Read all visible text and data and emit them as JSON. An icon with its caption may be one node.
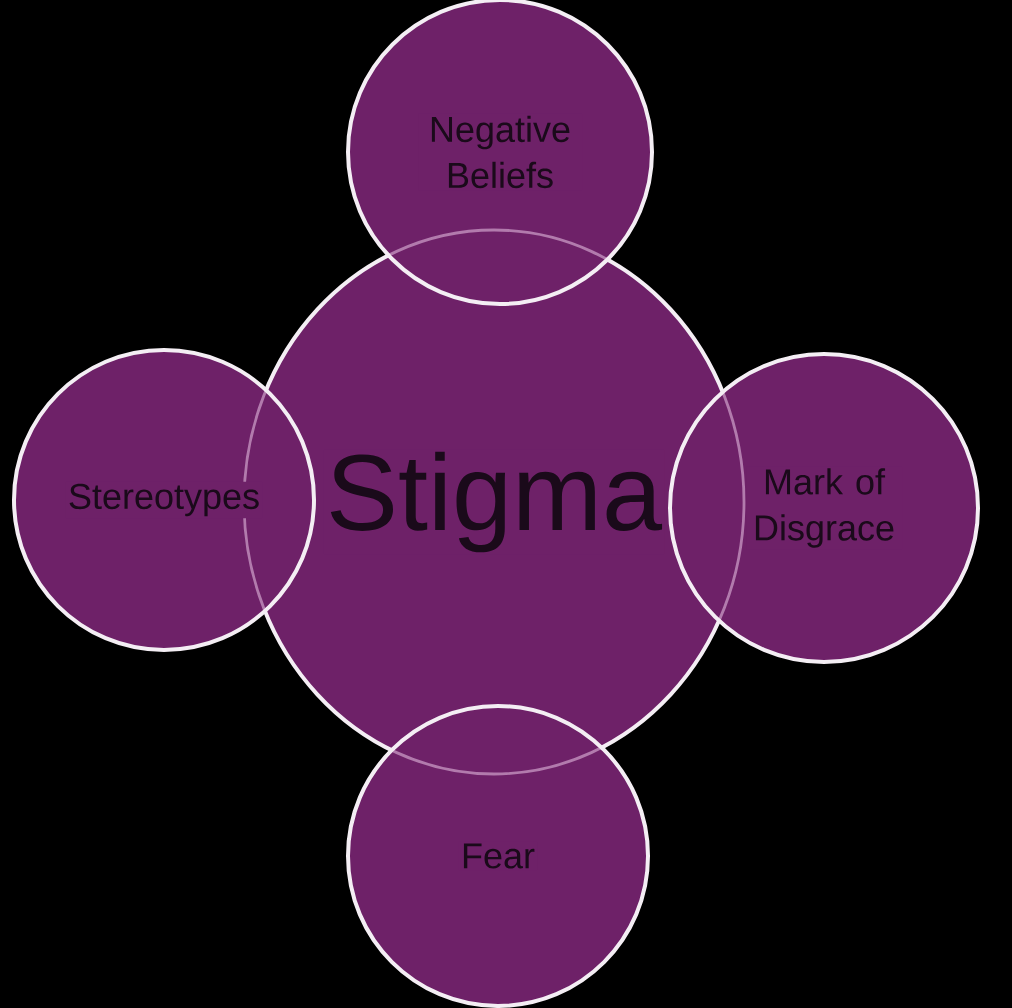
{
  "diagram": {
    "nodes": [
      {
        "text": [
          "Negative Beliefs"
        ]
      },
      {
        "text": [
          "Stereotypes"
        ]
      },
      {
        "text": [
          "Stigma"
        ]
      },
      {
        "text": [
          "Mark of Disgrace"
        ]
      },
      {
        "text": [
          "Fear"
        ]
      }
    ]
  }
}
